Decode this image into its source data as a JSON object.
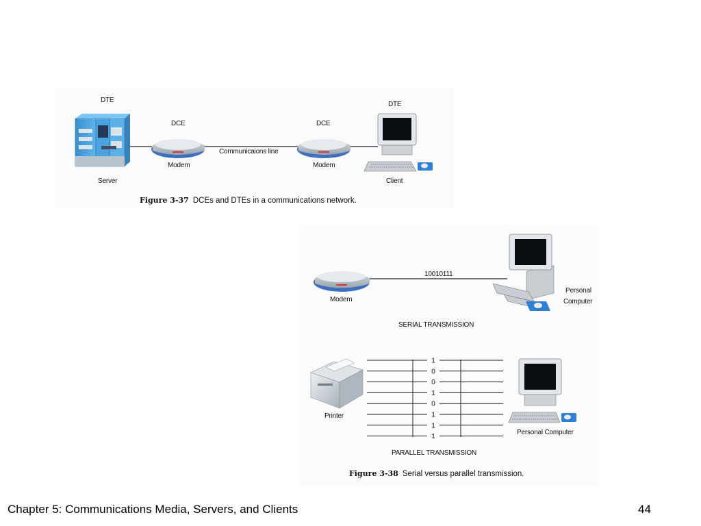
{
  "figure_37": {
    "labels": {
      "dte_left": "DTE",
      "dte_right": "DTE",
      "dce_left": "DCE",
      "dce_right": "DCE",
      "comm_line": "Communicaions line",
      "modem_left": "Modem",
      "modem_right": "Modem",
      "server": "Server",
      "client": "Client"
    },
    "caption": {
      "number": "Figure 3-37",
      "text": "DCEs and DTEs in a communications network."
    }
  },
  "figure_38": {
    "serial": {
      "bits": "10010111",
      "modem": "Modem",
      "pc_line1": "Personal",
      "pc_line2": "Computer",
      "title": "SERIAL TRANSMISSION"
    },
    "parallel": {
      "bits": [
        "1",
        "0",
        "0",
        "1",
        "0",
        "1",
        "1",
        "1"
      ],
      "printer": "Printer",
      "pc": "Personal Computer",
      "title": "PARALLEL TRANSMISSION"
    },
    "caption": {
      "number": "Figure 3-38",
      "text": "Serial versus parallel transmission."
    }
  },
  "footer": {
    "chapter": "Chapter 5:  Communications Media, Servers, and Clients",
    "page": "44"
  }
}
